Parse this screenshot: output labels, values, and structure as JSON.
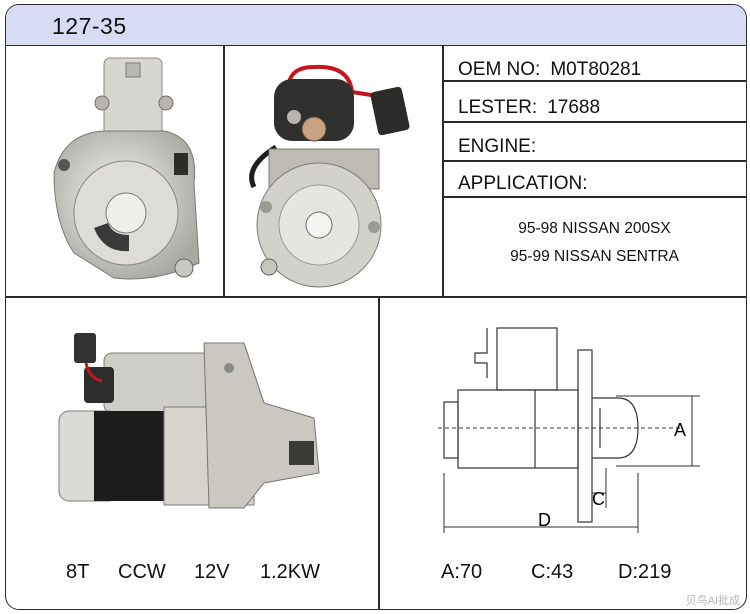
{
  "header": {
    "model": "127-35"
  },
  "specs": {
    "oem_label": "OEM NO:",
    "oem_value": "M0T80281",
    "lester_label": "LESTER:",
    "lester_value": "17688",
    "engine_label": "ENGINE:",
    "application_label": "APPLICATION:",
    "applications": [
      "95-98 NISSAN 200SX",
      "95-99 NISSAN SENTRA"
    ]
  },
  "ratings": {
    "teeth": "8T",
    "rotation": "CCW",
    "voltage": "12V",
    "power": "1.2KW"
  },
  "dimensions": {
    "a_label": "A",
    "c_label": "C",
    "d_label": "D",
    "a_value": "A:70",
    "c_value": "C:43",
    "d_value": "D:219"
  },
  "watermark": "贝鸟AI批成",
  "colors": {
    "header_bg": "#d7dcf3",
    "border": "#2a2a2a",
    "wire_red": "#c8141c"
  }
}
